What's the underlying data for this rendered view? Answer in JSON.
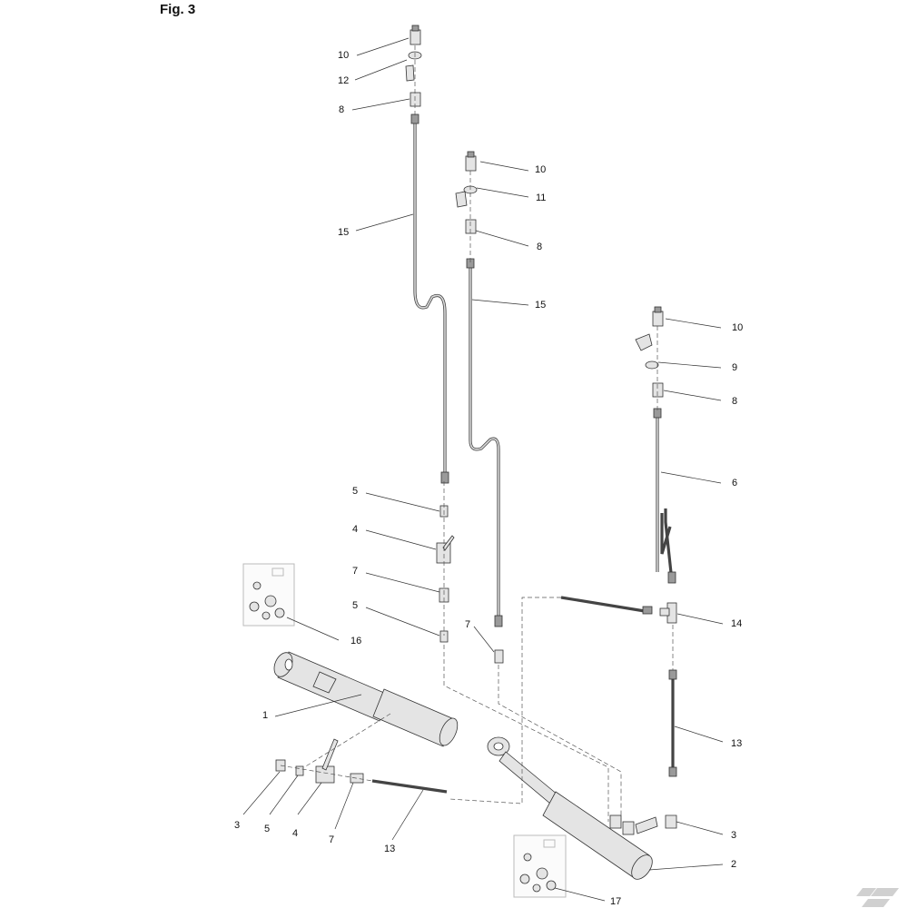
{
  "figure": {
    "title": "Fig. 3"
  },
  "callouts": [
    {
      "label": "10"
    },
    {
      "label": "12"
    },
    {
      "label": "8"
    },
    {
      "label": "15"
    },
    {
      "label": "10"
    },
    {
      "label": "11"
    },
    {
      "label": "8"
    },
    {
      "label": "15"
    },
    {
      "label": "10"
    },
    {
      "label": "9"
    },
    {
      "label": "8"
    },
    {
      "label": "6"
    },
    {
      "label": "5"
    },
    {
      "label": "4"
    },
    {
      "label": "7"
    },
    {
      "label": "5"
    },
    {
      "label": "16"
    },
    {
      "label": "7"
    },
    {
      "label": "14"
    },
    {
      "label": "1"
    },
    {
      "label": "13"
    },
    {
      "label": "3"
    },
    {
      "label": "5"
    },
    {
      "label": "4"
    },
    {
      "label": "7"
    },
    {
      "label": "13"
    },
    {
      "label": "3"
    },
    {
      "label": "2"
    },
    {
      "label": "17"
    }
  ]
}
